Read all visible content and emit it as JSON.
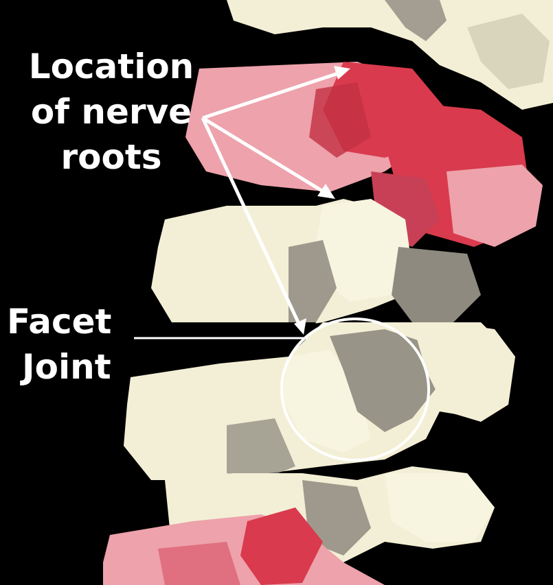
{
  "labels": {
    "nerve_roots": [
      "Location",
      "of nerve",
      "roots"
    ],
    "facet_joint": [
      "Facet",
      "Joint"
    ]
  },
  "colors": {
    "background": "#000000",
    "bone": "#f3efd6",
    "bone_shadow": "#8e8a7f",
    "disc_pink": "#eea2ab",
    "nerve_red": "#d93a4d",
    "annotation": "#ffffff"
  }
}
